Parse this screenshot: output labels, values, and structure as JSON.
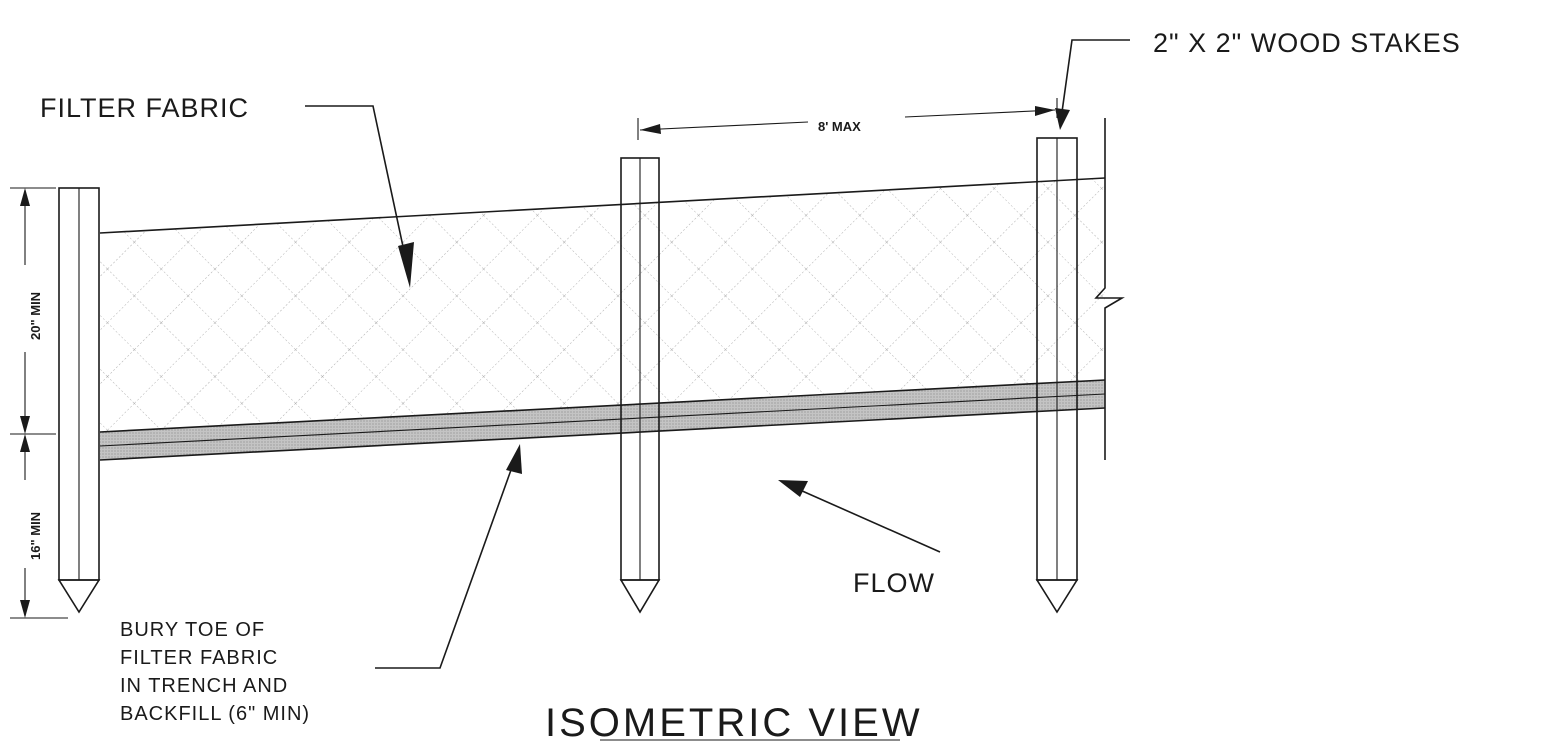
{
  "labels": {
    "wood_stakes": "2\" X 2\" WOOD STAKES",
    "filter_fabric": "FILTER FABRIC",
    "spacing": "8' MAX",
    "height_fabric": "20\" MIN",
    "depth_embed": "16\" MIN",
    "bury_toe": [
      "BURY TOE OF",
      "FILTER FABRIC",
      "IN TRENCH AND",
      "BACKFILL (6\" MIN)"
    ],
    "flow": "FLOW",
    "view_title": "ISOMETRIC VIEW"
  },
  "colors": {
    "ink": "#1a1a1a",
    "fabric_hatch": "#9a9a9a",
    "toe_band": "#b8b8b8",
    "background": "#ffffff"
  }
}
